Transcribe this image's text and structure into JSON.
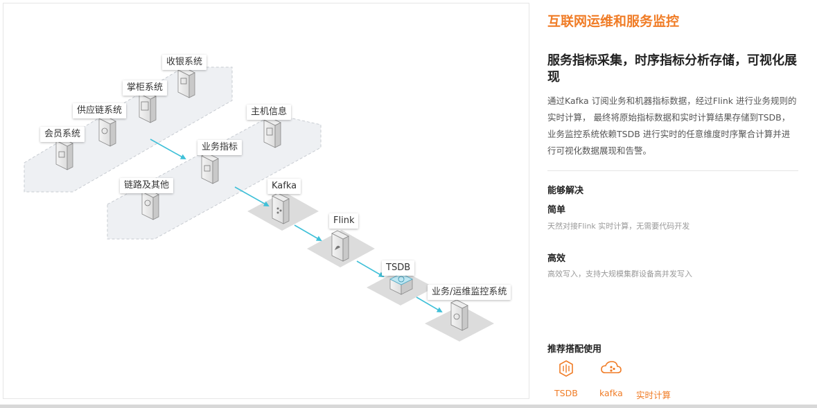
{
  "diagram": {
    "nodes": {
      "cashier": "收银系统",
      "cabinet": "掌柜系统",
      "supply": "供应链系统",
      "member": "会员系统",
      "host": "主机信息",
      "business": "业务指标",
      "link": "链路及其他",
      "kafka": "Kafka",
      "flink": "Flink",
      "tsdb": "TSDB",
      "monitor": "业务/运维监控系统"
    }
  },
  "info": {
    "title": "互联网运维和服务监控",
    "subtitle": "服务指标采集，时序指标分析存储，可视化展现",
    "description": "通过Kafka 订阅业务和机器指标数据，经过Flink 进行业务规则的实时计算， 最终将原始指标数据和实时计算结果存储到TSDB，业务监控系统依赖TSDB 进行实时的任意维度时序聚合计算并进行可视化数据展现和告警。",
    "capabilities_heading": "能够解决",
    "benefits": [
      {
        "title": "简单",
        "desc": "天然对接Flink 实时计算，无需要代码开发"
      },
      {
        "title": "高效",
        "desc": "高效写入，支持大规模集群设备高并发写入"
      }
    ],
    "recommend_heading": "推荐搭配使用",
    "recommend": [
      {
        "label": "TSDB",
        "icon": "tsdb-icon"
      },
      {
        "label": "kafka",
        "icon": "kafka-icon"
      },
      {
        "label": "实时计算",
        "icon": "realtime-compute-icon"
      }
    ]
  },
  "colors": {
    "accent": "#f07c26",
    "arrow": "#3fc0d8"
  }
}
